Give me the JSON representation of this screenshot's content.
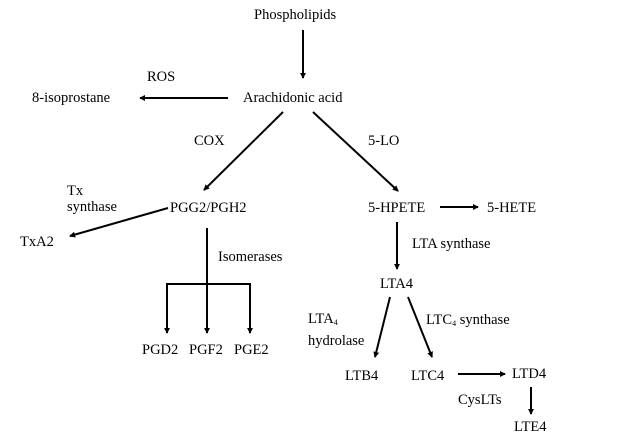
{
  "nodes": {
    "phospholipids": "Phospholipids",
    "arachidonic_acid": "Arachidonic acid",
    "isoprostane": "8-isoprostane",
    "pgg2_pgh2": "PGG2/PGH2",
    "txa2": "TxA2",
    "hpete": "5-HPETE",
    "hete": "5-HETE",
    "lta4": "LTA4",
    "pgd2": "PGD2",
    "pgf2": "PGF2",
    "pge2": "PGE2",
    "ltb4": "LTB4",
    "ltc4": "LTC4",
    "ltd4": "LTD4",
    "lte4": "LTE4"
  },
  "edge_labels": {
    "ros": "ROS",
    "cox": "COX",
    "five_lo": "5-LO",
    "tx_synthase_line1": "Tx",
    "tx_synthase_line2": "synthase",
    "isomerases": "Isomerases",
    "lta_synthase": "LTA synthase",
    "lta4_hydrolase_main": "LTA",
    "lta4_hydrolase_sub": "4",
    "lta4_hydrolase_line2": "hydrolase",
    "ltc4_synthase_main": "LTC",
    "ltc4_synthase_sub": "4",
    "ltc4_synthase_rest": " synthase",
    "cyslts": "CysLTs"
  },
  "colors": {
    "background": "#ffffff",
    "text": "#000000",
    "arrow": "#000000"
  }
}
